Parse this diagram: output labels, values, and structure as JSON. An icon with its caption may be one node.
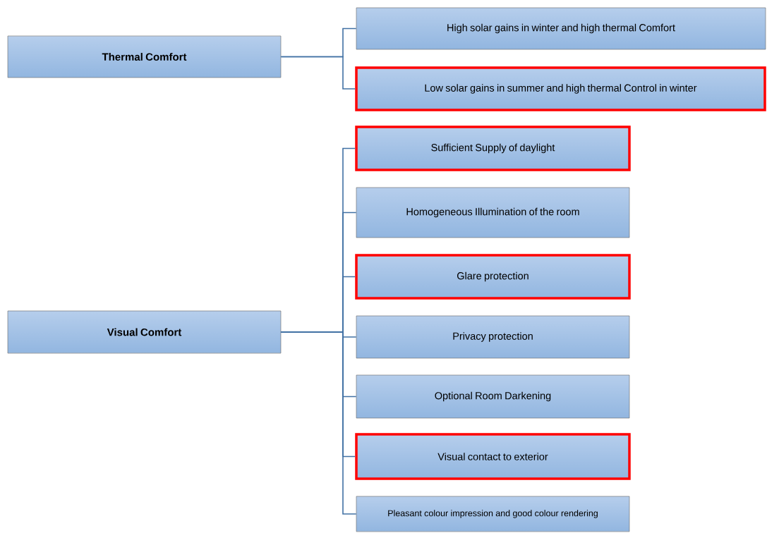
{
  "diagram": {
    "nodes": [
      {
        "text": [
          "Thermal Comfort"
        ]
      },
      {
        "text": [
          "High solar gains in winter and high thermal Comfort"
        ]
      },
      {
        "text": [
          "Low solar gains in summer and high thermal Control in winter"
        ]
      },
      {
        "text": [
          "Visual Comfort"
        ]
      },
      {
        "text": [
          "Sufficient Supply of daylight"
        ]
      },
      {
        "text": [
          "Homogeneous Illumination of the room"
        ]
      },
      {
        "text": [
          "Glare protection"
        ]
      },
      {
        "text": [
          "Privacy protection"
        ]
      },
      {
        "text": [
          "Optional Room Darkening"
        ]
      },
      {
        "text": [
          "Visual contact to exterior"
        ]
      },
      {
        "text": [
          "Pleasant colour impression and good colour rendering"
        ]
      }
    ],
    "edges": [
      {
        "from": 0,
        "to": 1,
        "arrow": "none"
      },
      {
        "from": 0,
        "to": 2,
        "arrow": "none"
      },
      {
        "from": 3,
        "to": 4,
        "arrow": "none"
      },
      {
        "from": 3,
        "to": 5,
        "arrow": "none"
      },
      {
        "from": 3,
        "to": 6,
        "arrow": "none"
      },
      {
        "from": 3,
        "to": 7,
        "arrow": "none"
      },
      {
        "from": 3,
        "to": 8,
        "arrow": "none"
      },
      {
        "from": 3,
        "to": 9,
        "arrow": "none"
      },
      {
        "from": 3,
        "to": 10,
        "arrow": "none"
      }
    ]
  }
}
